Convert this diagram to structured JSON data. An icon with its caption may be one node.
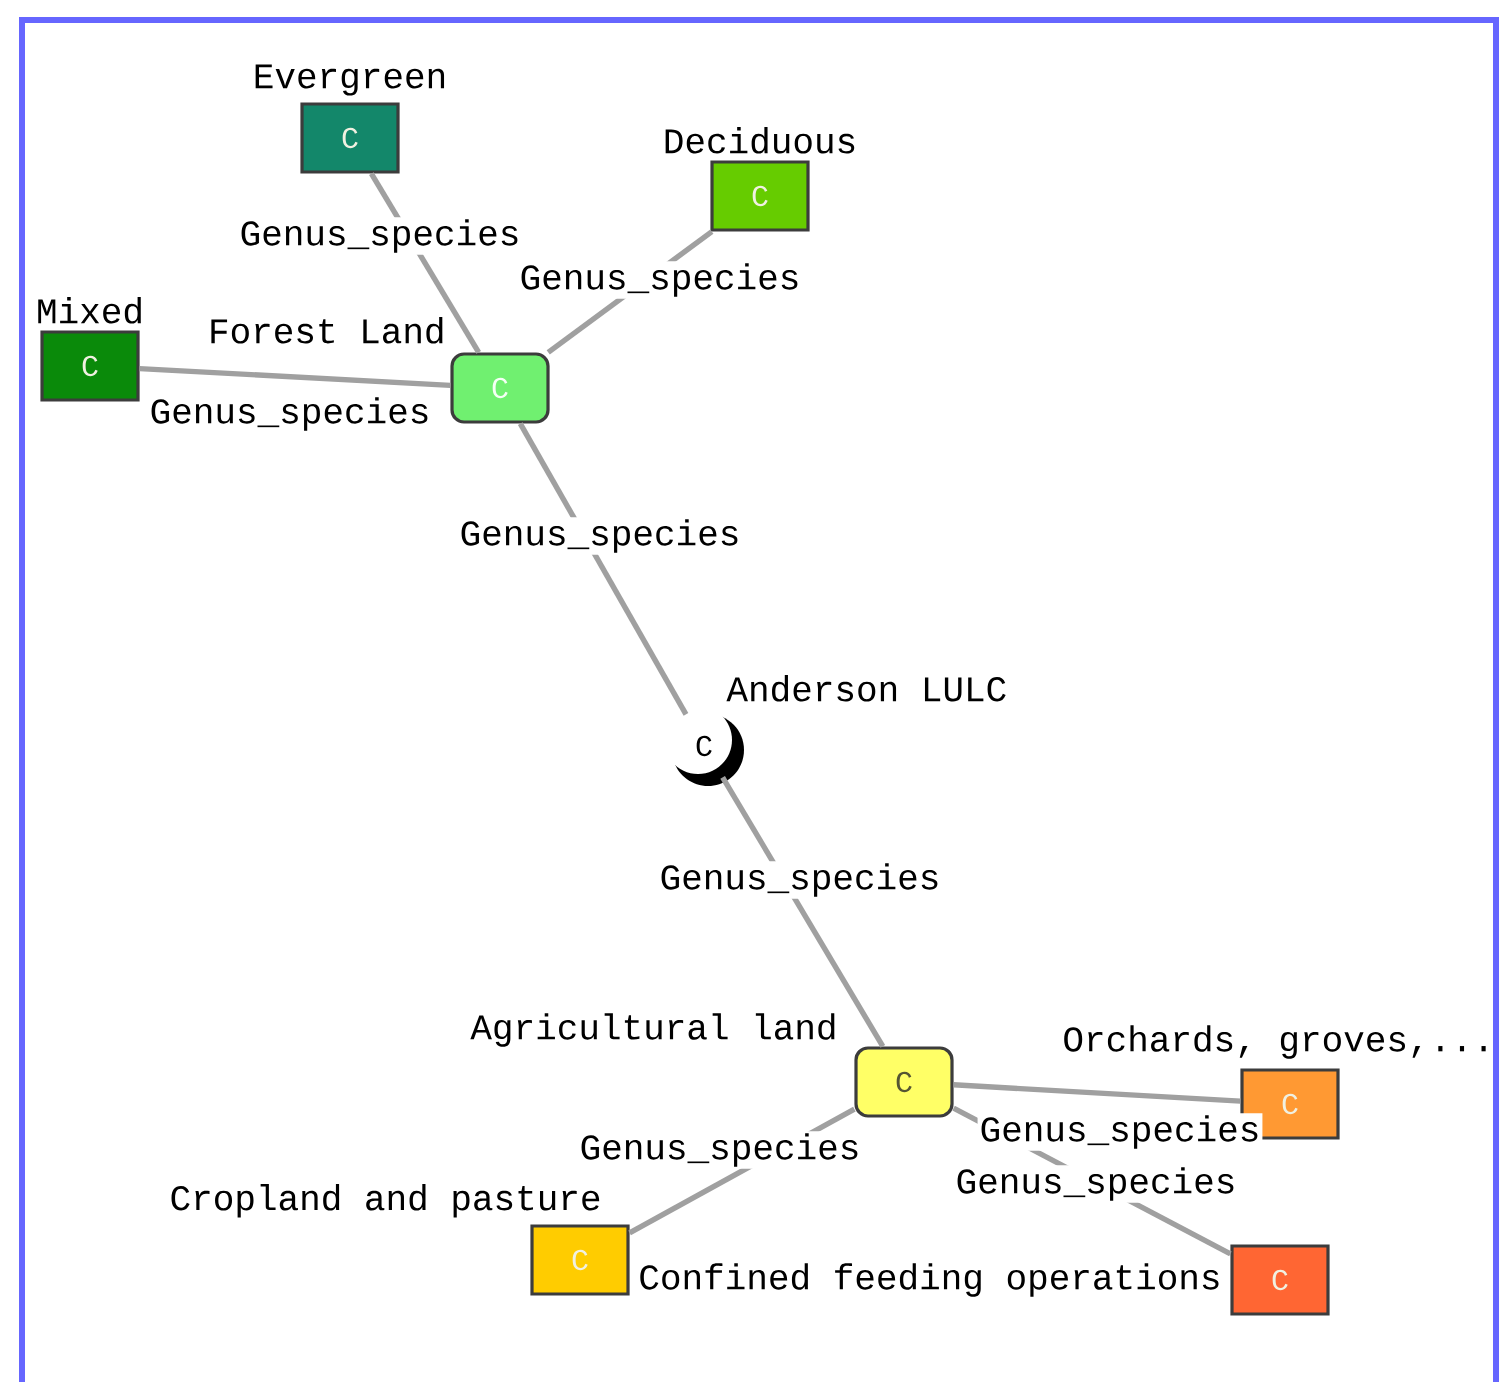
{
  "diagram": {
    "nodes": [
      {
        "text": [
          "Evergreen",
          "C"
        ]
      },
      {
        "text": [
          "Deciduous",
          "C"
        ]
      },
      {
        "text": [
          "Mixed",
          "C"
        ]
      },
      {
        "text": [
          "Forest Land",
          "C"
        ]
      },
      {
        "text": [
          "Anderson LULC",
          "C"
        ]
      },
      {
        "text": [
          "Agricultural land",
          "C"
        ]
      },
      {
        "text": [
          "Orchards, groves,...",
          "C"
        ]
      },
      {
        "text": [
          "Cropland and pasture",
          "C"
        ]
      },
      {
        "text": [
          "Confined feeding operations",
          "C"
        ]
      }
    ],
    "edges": [
      {
        "from": 3,
        "to": 0,
        "arrow": "none",
        "label": "Genus_species"
      },
      {
        "from": 3,
        "to": 1,
        "arrow": "none",
        "label": "Genus_species"
      },
      {
        "from": 3,
        "to": 2,
        "arrow": "none",
        "label": "Genus_species"
      },
      {
        "from": 4,
        "to": 3,
        "arrow": "none",
        "label": "Genus_species"
      },
      {
        "from": 4,
        "to": 5,
        "arrow": "none",
        "label": "Genus_species"
      },
      {
        "from": 5,
        "to": 6,
        "arrow": "none",
        "label": "Genus_species"
      },
      {
        "from": 5,
        "to": 7,
        "arrow": "none",
        "label": "Genus_species"
      },
      {
        "from": 5,
        "to": 8,
        "arrow": "none",
        "label": "Genus_species"
      }
    ]
  }
}
